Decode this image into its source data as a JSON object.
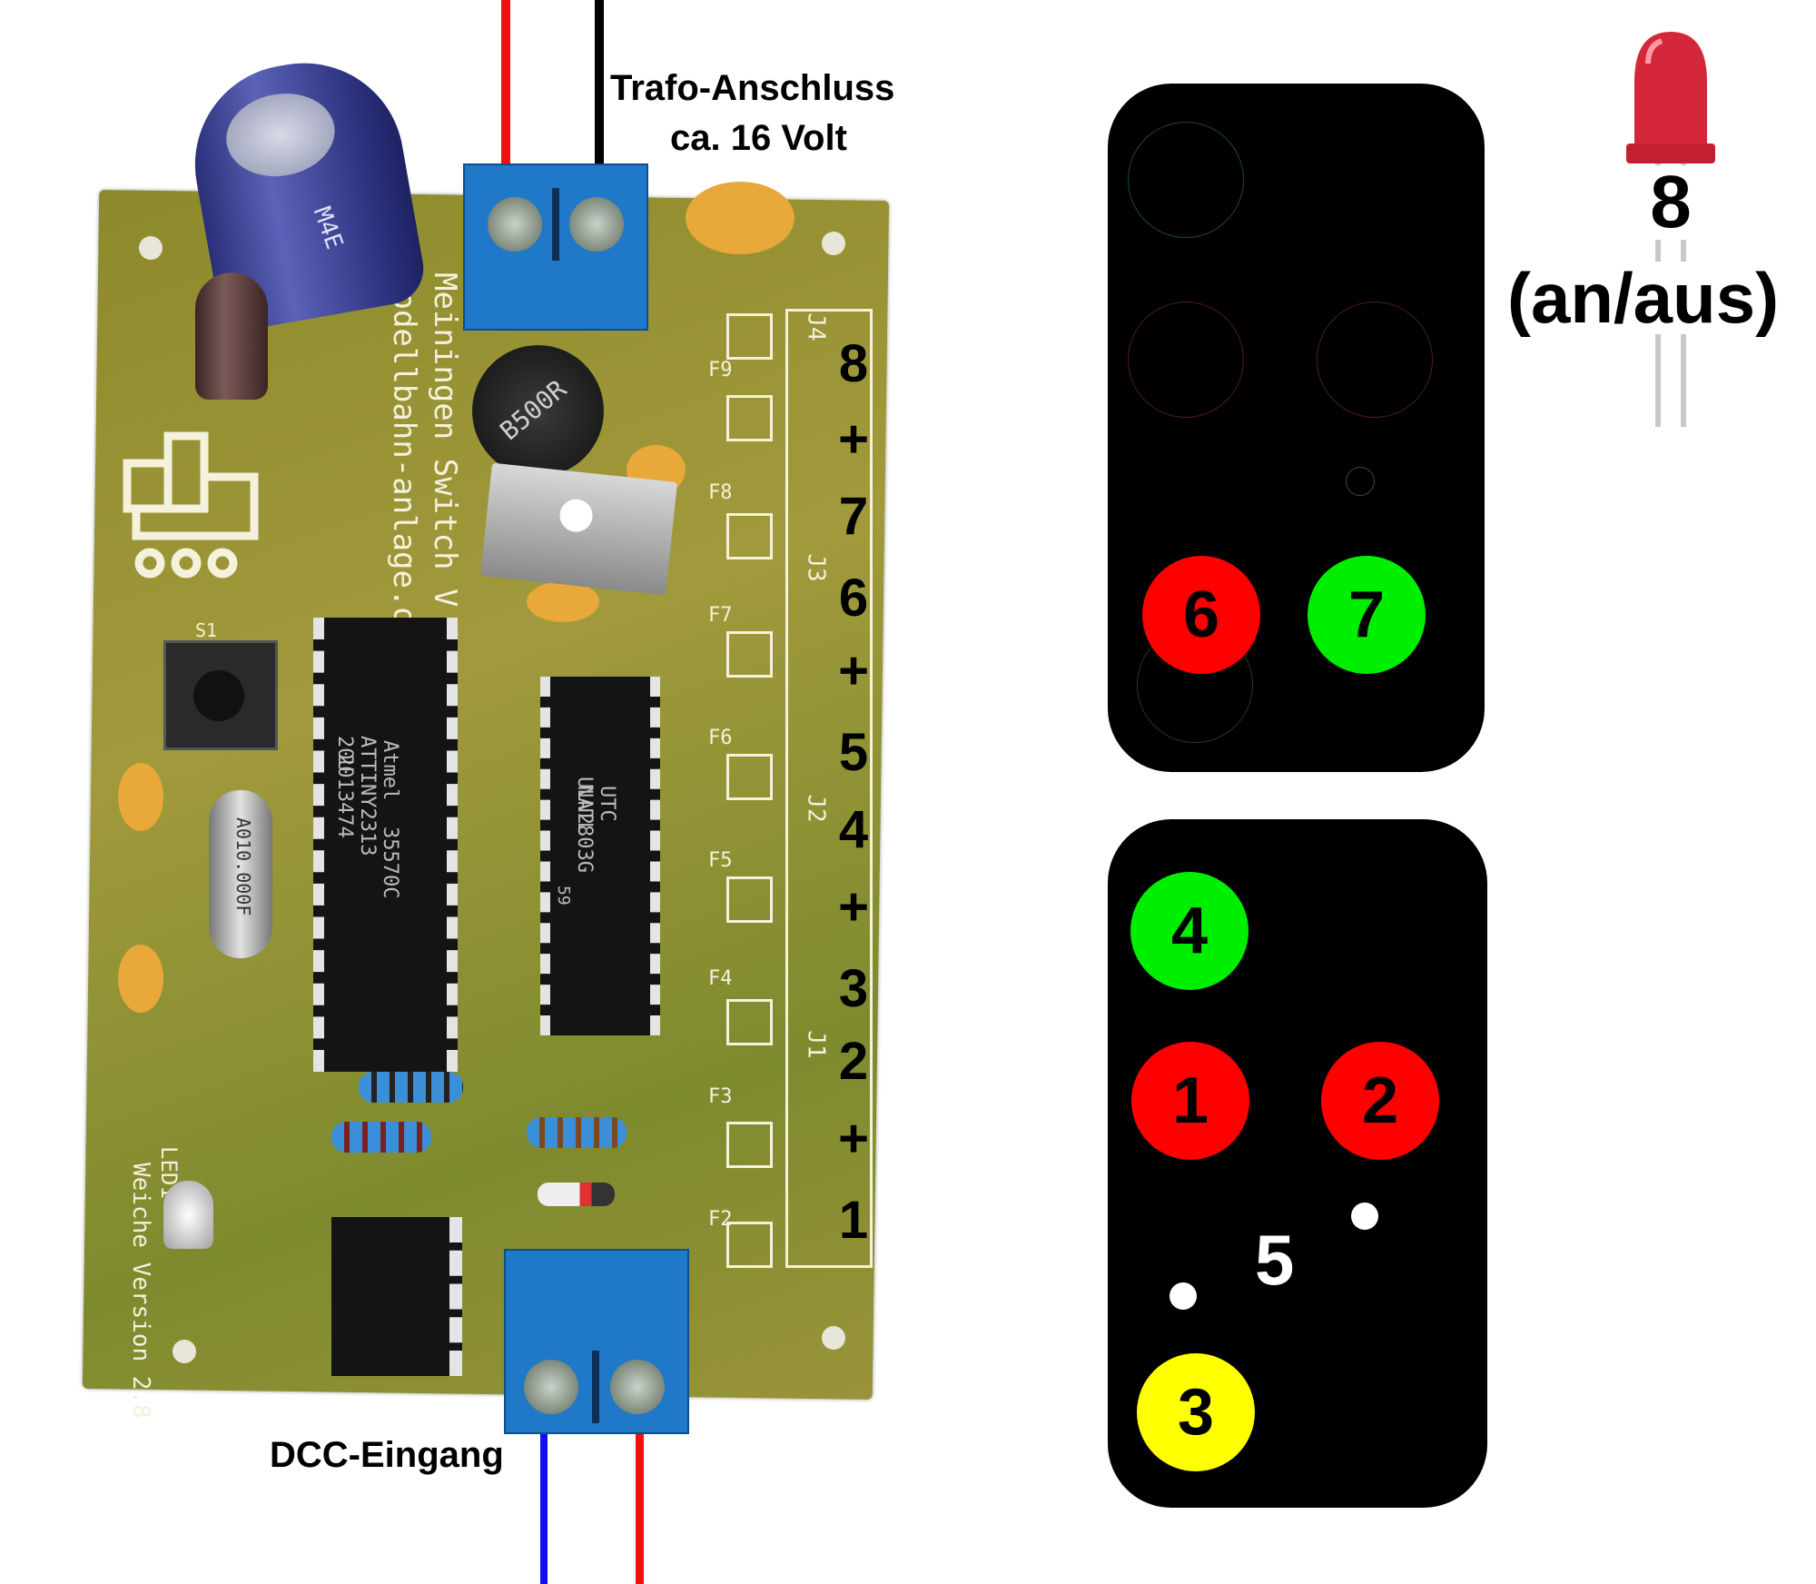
{
  "labels": {
    "trafo_line1": "Trafo-Anschluss",
    "trafo_line2": "ca. 16 Volt",
    "dcc": "DCC-Eingang",
    "led_number": "8",
    "led_state": "(an/aus)"
  },
  "terminal_labels": [
    "8",
    "+",
    "7",
    "6",
    "+",
    "5",
    "4",
    "+",
    "3",
    "2",
    "+",
    "1"
  ],
  "board_silkscreen": {
    "title_line1": "Meiningen Switch V 2.8",
    "title_line2": "modellbahn-anlage.de",
    "bottom_left": "Weiche Version 2.8",
    "led_ref": "LED1",
    "chip1_brand": "Atmel",
    "chip1_line1": "35570C",
    "chip1_line2": "ATTINY2313 20U",
    "chip1_line3": "2013474",
    "chip2_line1": "UTC NATL",
    "chip2_line2": "ULN2803G",
    "chip2_line3": "59",
    "crystal": "A010.000F",
    "rectifier": "B500R",
    "cap": "M4E",
    "switch_ref": "S1",
    "connectors": [
      "J4",
      "J3",
      "J2",
      "J1"
    ],
    "fuses": [
      "F9",
      "F8",
      "F7",
      "F6",
      "F5",
      "F4",
      "F3",
      "F2"
    ]
  },
  "signal_upper": {
    "lamps_lit": [
      {
        "label": "6",
        "color": "#ff0000"
      },
      {
        "label": "7",
        "color": "#00ee00"
      }
    ]
  },
  "signal_lower": {
    "lamps_lit": [
      {
        "label": "4",
        "color": "#00ee00"
      },
      {
        "label": "1",
        "color": "#ff0000"
      },
      {
        "label": "2",
        "color": "#ff0000"
      },
      {
        "label": "3",
        "color": "#ffff00"
      }
    ],
    "dots_label": "5"
  },
  "colors": {
    "pcb": "#8f8a2c",
    "terminal_block": "#1f78c8",
    "signal_body": "#000000",
    "wire_red": "#ee1111",
    "wire_black": "#000000",
    "wire_blue": "#1111ee"
  }
}
